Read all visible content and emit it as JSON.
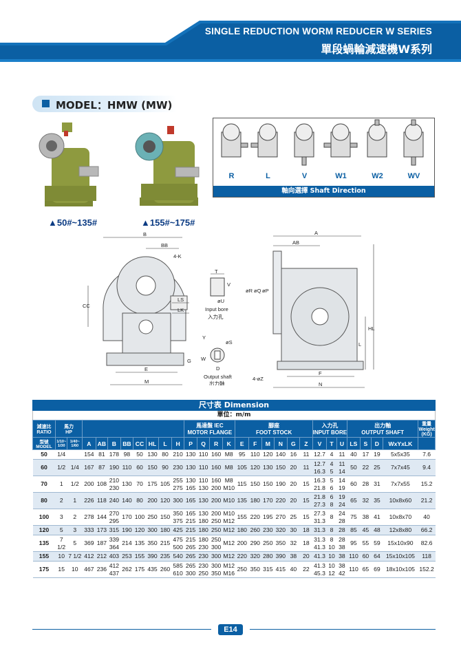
{
  "header": {
    "title_en": "SINGLE REDUCTION WORM REDUCER W SERIES",
    "title_cn": "單段蝸輪減速機W系列"
  },
  "model": {
    "label": "MODEL：HMW (MW)"
  },
  "products": [
    {
      "caption": "▲50#~135#"
    },
    {
      "caption": "▲155#~175#"
    }
  ],
  "shaft_direction": {
    "options": [
      "R",
      "L",
      "V",
      "W1",
      "W2",
      "WV"
    ],
    "caption": "軸向選擇 Shaft Direction"
  },
  "drawing": {
    "front_labels": [
      "B",
      "BB",
      "4-K",
      "LS",
      "LK",
      "CC",
      "G",
      "E",
      "M"
    ],
    "input_bore": {
      "labels": [
        "T",
        "V",
        "øU"
      ],
      "caption_en": "Input bore",
      "caption_cn": "入力孔"
    },
    "output_shaft": {
      "labels": [
        "Y",
        "øS",
        "W",
        "D"
      ],
      "caption_en": "Output shaft",
      "caption_cn": "出力軸"
    },
    "side_labels": [
      "A",
      "AB",
      "øR",
      "øQ",
      "øP",
      "HL",
      "L",
      "4-øZ",
      "F",
      "N"
    ]
  },
  "table": {
    "title": "尺寸表 Dimension",
    "unit": "單位：m/m",
    "head1": {
      "ratio": "減速比\nRATIO",
      "hp": "馬力\nHP",
      "motor_flange": "馬達盤 IEC\nMOTOR FLANGE",
      "foot_stock": "腳座\nFOOT STOCK",
      "input_bore": "入力孔\nINPUT BORE",
      "output_shaft": "出力軸\nOUTPUT SHAFT",
      "weight": "重量\nWeight\n(KG)"
    },
    "head2": {
      "model": "型號\nMODEL",
      "r1": "1/10~\n1/30",
      "r2": "1/40~\n1/60",
      "cols": [
        "A",
        "AB",
        "B",
        "BB",
        "CC",
        "HL",
        "L",
        "H",
        "P",
        "Q",
        "R",
        "K",
        "E",
        "F",
        "M",
        "N",
        "G",
        "Z",
        "V",
        "T",
        "U",
        "LS",
        "S",
        "D",
        "WxYxLK"
      ]
    },
    "rows": [
      {
        "model": "50",
        "hp1": "1/4",
        "hp2": "",
        "A": "154",
        "AB": "81",
        "B": "178",
        "BB": "98",
        "CC": "50",
        "HL": "130",
        "L": "80",
        "H": "210",
        "P": "130",
        "Q": "110",
        "R": "160",
        "K": "M8",
        "E": "95",
        "F": "110",
        "M": "120",
        "N": "140",
        "G": "16",
        "Z": "11",
        "V": "12.7",
        "T": "4",
        "U": "11",
        "LS": "40",
        "S": "17",
        "D": "19",
        "WYLK": "5x5x35",
        "W": "7.6"
      },
      {
        "model": "60",
        "hp1": "1/2",
        "hp2": "1/4",
        "A": "167",
        "AB": "87",
        "B": "190",
        "BB": "110",
        "CC": "60",
        "HL": "150",
        "L": "90",
        "H": "230",
        "P": "130",
        "Q": "110",
        "R": "160",
        "K": "M8",
        "E": "105",
        "F": "120",
        "M": "130",
        "N": "150",
        "G": "20",
        "Z": "11",
        "V": "12.7\n16.3",
        "T": "4\n5",
        "U": "11\n14",
        "LS": "50",
        "S": "22",
        "D": "25",
        "WYLK": "7x7x45",
        "W": "9.4"
      },
      {
        "model": "70",
        "hp1": "1",
        "hp2": "1/2",
        "A": "200",
        "AB": "108",
        "B": "210\n230",
        "BB": "130",
        "CC": "70",
        "HL": "175",
        "L": "105",
        "H": "255\n275",
        "P": "130\n165",
        "Q": "110\n130",
        "R": "160\n200",
        "K": "M8\nM10",
        "E": "115",
        "F": "150",
        "M": "150",
        "N": "190",
        "G": "20",
        "Z": "15",
        "V": "16.3\n21.8",
        "T": "5\n6",
        "U": "14\n19",
        "LS": "60",
        "S": "28",
        "D": "31",
        "WYLK": "7x7x55",
        "W": "15.2"
      },
      {
        "model": "80",
        "hp1": "2",
        "hp2": "1",
        "A": "226",
        "AB": "118",
        "B": "240",
        "BB": "140",
        "CC": "80",
        "HL": "200",
        "L": "120",
        "H": "300",
        "P": "165",
        "Q": "130",
        "R": "200",
        "K": "M10",
        "E": "135",
        "F": "180",
        "M": "170",
        "N": "220",
        "G": "20",
        "Z": "15",
        "V": "21.8\n27.3",
        "T": "6\n8",
        "U": "19\n24",
        "LS": "65",
        "S": "32",
        "D": "35",
        "WYLK": "10x8x60",
        "W": "21.2"
      },
      {
        "model": "100",
        "hp1": "3",
        "hp2": "2",
        "A": "278",
        "AB": "144",
        "B": "270\n295",
        "BB": "170",
        "CC": "100",
        "HL": "250",
        "L": "150",
        "H": "350\n375",
        "P": "165\n215",
        "Q": "130\n180",
        "R": "200\n250",
        "K": "M10\nM12",
        "E": "155",
        "F": "220",
        "M": "195",
        "N": "270",
        "G": "25",
        "Z": "15",
        "V": "27.3\n31.3",
        "T": "8",
        "U": "24\n28",
        "LS": "75",
        "S": "38",
        "D": "41",
        "WYLK": "10x8x70",
        "W": "40"
      },
      {
        "model": "120",
        "hp1": "5",
        "hp2": "3",
        "A": "333",
        "AB": "173",
        "B": "315",
        "BB": "190",
        "CC": "120",
        "HL": "300",
        "L": "180",
        "H": "425",
        "P": "215",
        "Q": "180",
        "R": "250",
        "K": "M12",
        "E": "180",
        "F": "260",
        "M": "230",
        "N": "320",
        "G": "30",
        "Z": "18",
        "V": "31.3",
        "T": "8",
        "U": "28",
        "LS": "85",
        "S": "45",
        "D": "48",
        "WYLK": "12x8x80",
        "W": "66.2"
      },
      {
        "model": "135",
        "hp1": "7 1/2",
        "hp2": "5",
        "A": "369",
        "AB": "187",
        "B": "339\n364",
        "BB": "214",
        "CC": "135",
        "HL": "350",
        "L": "215",
        "H": "475\n500",
        "P": "215\n265",
        "Q": "180\n230",
        "R": "250\n300",
        "K": "M12",
        "E": "200",
        "F": "290",
        "M": "250",
        "N": "350",
        "G": "32",
        "Z": "18",
        "V": "31.3\n41.3",
        "T": "8\n10",
        "U": "28\n38",
        "LS": "95",
        "S": "55",
        "D": "59",
        "WYLK": "15x10x90",
        "W": "82.6"
      },
      {
        "model": "155",
        "hp1": "10",
        "hp2": "7 1/2",
        "A": "412",
        "AB": "212",
        "B": "403",
        "BB": "253",
        "CC": "155",
        "HL": "390",
        "L": "235",
        "H": "540",
        "P": "265",
        "Q": "230",
        "R": "300",
        "K": "M12",
        "E": "220",
        "F": "320",
        "M": "280",
        "N": "390",
        "G": "38",
        "Z": "20",
        "V": "41.3",
        "T": "10",
        "U": "38",
        "LS": "110",
        "S": "60",
        "D": "64",
        "WYLK": "15x10x105",
        "W": "118"
      },
      {
        "model": "175",
        "hp1": "15",
        "hp2": "10",
        "A": "467",
        "AB": "236",
        "B": "412\n437",
        "BB": "262",
        "CC": "175",
        "HL": "435",
        "L": "260",
        "H": "585\n610",
        "P": "265\n300",
        "Q": "230\n250",
        "R": "300\n350",
        "K": "M12\nM16",
        "E": "250",
        "F": "350",
        "M": "315",
        "N": "415",
        "G": "40",
        "Z": "22",
        "V": "41.3\n45.3",
        "T": "10\n12",
        "U": "38\n42",
        "LS": "110",
        "S": "65",
        "D": "69",
        "WYLK": "18x10x105",
        "W": "152.2"
      }
    ]
  },
  "page": {
    "number": "E14"
  },
  "colors": {
    "brand": "#0b5fa3",
    "product_green": "#8e9a3f"
  }
}
